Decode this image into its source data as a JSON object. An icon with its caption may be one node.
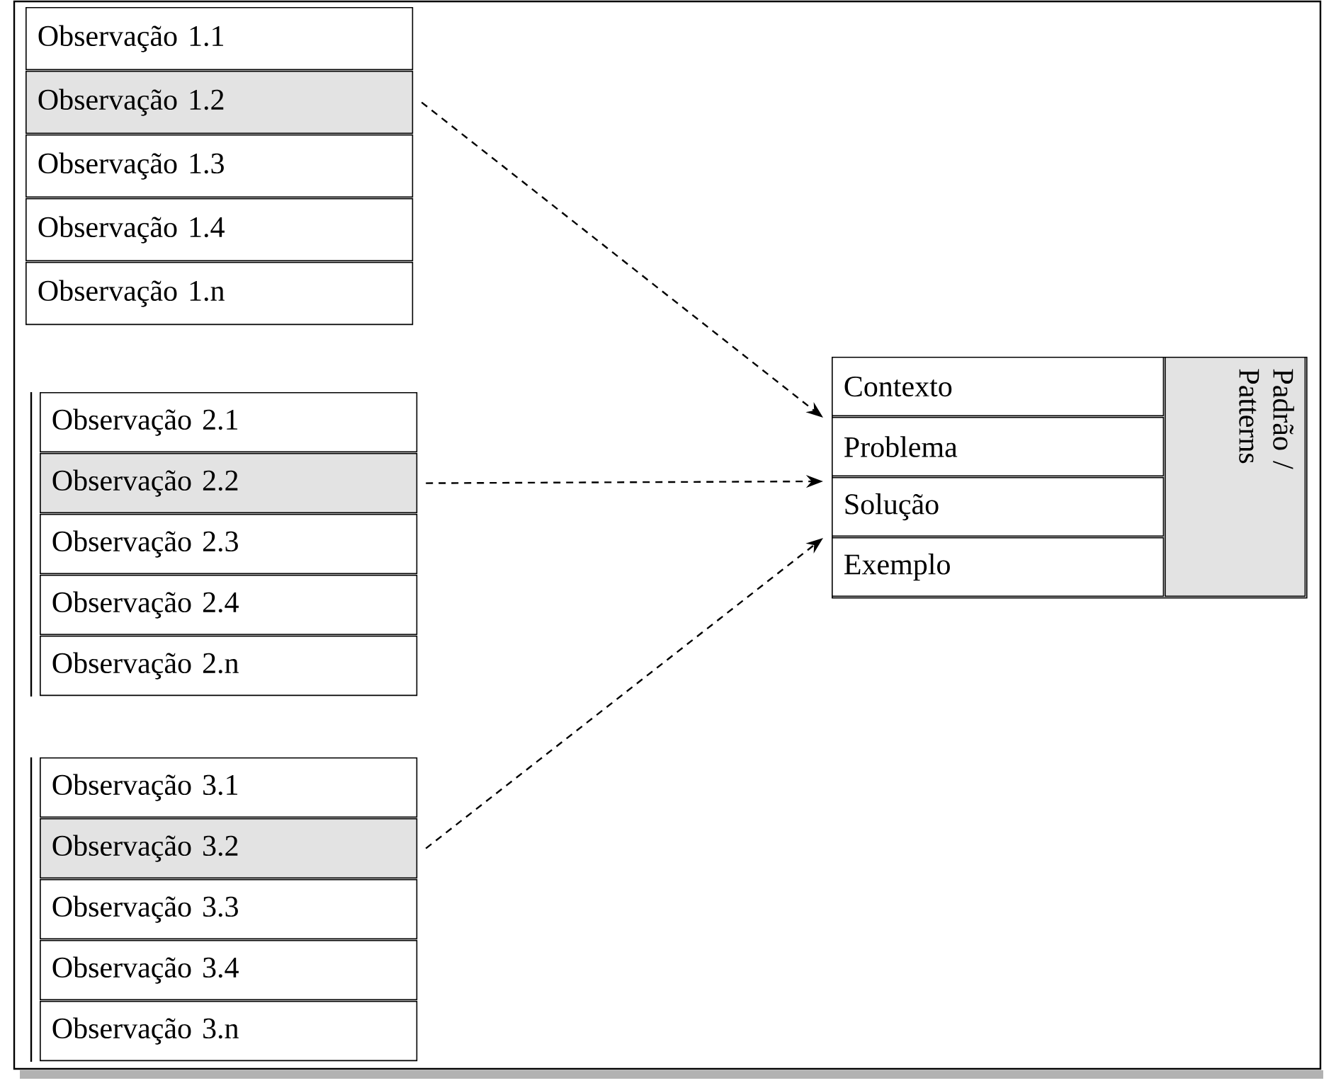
{
  "diagram": {
    "nodes": [
      {
        "text": [
          "Observação 1.1"
        ]
      },
      {
        "text": [
          "Observação 1.2"
        ]
      },
      {
        "text": [
          "Observação 1.3"
        ]
      },
      {
        "text": [
          "Observação 1.4"
        ]
      },
      {
        "text": [
          "Observação 1.n"
        ]
      },
      {
        "text": [
          "Observação 2.1"
        ]
      },
      {
        "text": [
          "Observação 2.2"
        ]
      },
      {
        "text": [
          "Observação 2.3"
        ]
      },
      {
        "text": [
          "Observação 2.4"
        ]
      },
      {
        "text": [
          "Observação 2.n"
        ]
      },
      {
        "text": [
          "Observação 3.1"
        ]
      },
      {
        "text": [
          "Observação 3.2"
        ]
      },
      {
        "text": [
          "Observação 3.3"
        ]
      },
      {
        "text": [
          "Observação 3.4"
        ]
      },
      {
        "text": [
          "Observação 3.n"
        ]
      },
      {
        "text": [],
        "shape": "box"
      },
      {
        "text": [
          "Contexto"
        ],
        "in": 15
      },
      {
        "text": [
          "Problema"
        ],
        "in": 15
      },
      {
        "text": [
          "Solução"
        ],
        "in": 15
      },
      {
        "text": [
          "Exemplo"
        ],
        "in": 15
      },
      {
        "text": [
          "Padrão / Patterns"
        ],
        "in": 15
      }
    ],
    "edges": [
      {
        "from": 1,
        "to": 15,
        "arrow": "to",
        "style": "dashed"
      },
      {
        "from": 6,
        "to": 15,
        "arrow": "to",
        "style": "dashed"
      },
      {
        "from": 11,
        "to": 15,
        "arrow": "to",
        "style": "dashed"
      }
    ]
  }
}
